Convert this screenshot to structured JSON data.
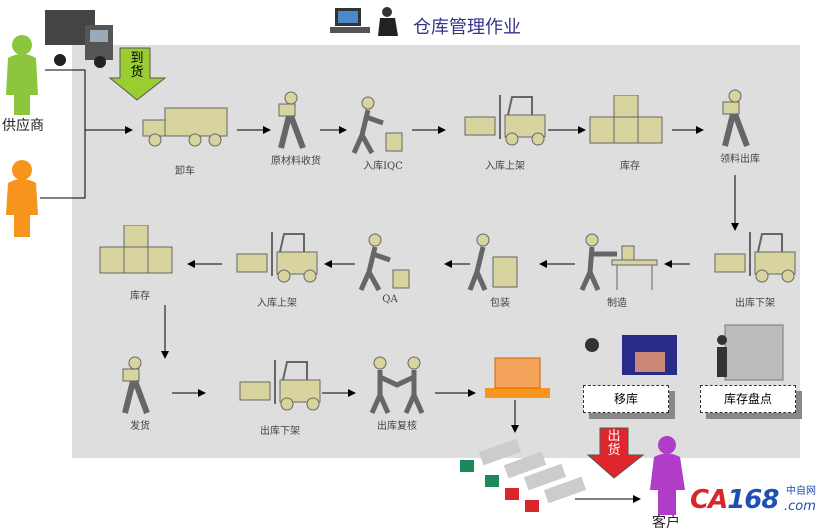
{
  "title": "仓库管理作业",
  "actors": {
    "supplier": "供应商",
    "customer": "客户"
  },
  "arrivals_label": "到货",
  "shipping_label": "出货",
  "steps": [
    {
      "label": "卸车",
      "icon": "truck-icon"
    },
    {
      "label": "原材料收货",
      "icon": "worker-carry-icon"
    },
    {
      "label": "入库IQC",
      "icon": "inspector-icon"
    },
    {
      "label": "入库上架",
      "icon": "forklift-icon"
    },
    {
      "label": "库存",
      "icon": "boxes-icon"
    },
    {
      "label": "领料出库",
      "icon": "worker-carry-icon"
    },
    {
      "label": "出库下架",
      "icon": "forklift-icon"
    },
    {
      "label": "制造",
      "icon": "conveyor-worker-icon"
    },
    {
      "label": "包装",
      "icon": "packing-worker-icon"
    },
    {
      "label": "QA",
      "icon": "inspector-icon"
    },
    {
      "label": "入库上架",
      "icon": "forklift-icon"
    },
    {
      "label": "库存",
      "icon": "boxes-icon"
    },
    {
      "label": "发货",
      "icon": "worker-carry-icon"
    },
    {
      "label": "出库下架",
      "icon": "forklift-icon"
    },
    {
      "label": "出库复核",
      "icon": "handover-icon"
    }
  ],
  "side_boxes": {
    "transfer": "移库",
    "stocktake": "库存盘点"
  },
  "logo": {
    "brand": "CA168",
    "sub": "中自网",
    "domain": ".com"
  },
  "colors": {
    "panel": "#dedede",
    "icon_fill": "#d8d4a0",
    "supplier": "#8cc63f",
    "supplier2": "#f7941d",
    "customer": "#b03cc8",
    "arrival_arrow": "#9acd32",
    "ship_arrow": "#e0262c",
    "title": "#33338a"
  }
}
